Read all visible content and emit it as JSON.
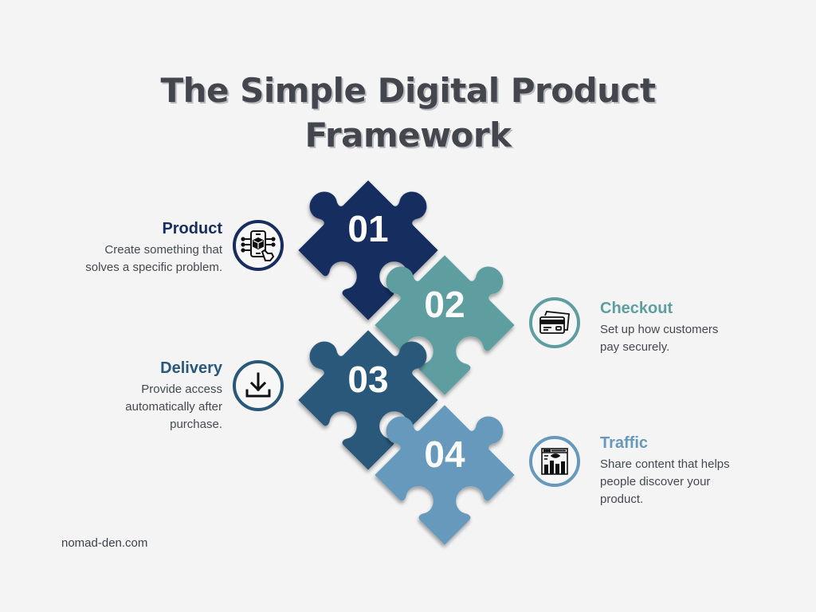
{
  "title": {
    "line1": "The Simple Digital Product",
    "line2": "Framework"
  },
  "colors": {
    "background": "#f4f4f4",
    "title": "#43474d",
    "piece1": "#172d5f",
    "piece2": "#5f9ea0",
    "piece3": "#29587a",
    "piece4": "#6699bb"
  },
  "steps": [
    {
      "number": "01",
      "heading": "Product",
      "description": "Create something that solves a specific problem.",
      "desc_lines": [
        "Create something that",
        "solves a specific problem."
      ],
      "icon": "smartphone-cube-icon",
      "color": "#172d5f"
    },
    {
      "number": "02",
      "heading": "Checkout",
      "description": "Set up how customers pay securely.",
      "desc_lines": [
        "Set up how customers",
        "pay securely."
      ],
      "icon": "credit-card-icon",
      "color": "#5f9ea0"
    },
    {
      "number": "03",
      "heading": "Delivery",
      "description": "Provide access automatically after purchase.",
      "desc_lines": [
        "Provide access",
        "automatically after",
        "purchase."
      ],
      "icon": "download-icon",
      "color": "#29587a"
    },
    {
      "number": "04",
      "heading": "Traffic",
      "description": "Share content that helps people discover your product.",
      "desc_lines": [
        "Share content that helps",
        "people discover your",
        "product."
      ],
      "icon": "analytics-dashboard-icon",
      "color": "#6699bb"
    }
  ],
  "footer": {
    "text": "nomad-den.com"
  }
}
